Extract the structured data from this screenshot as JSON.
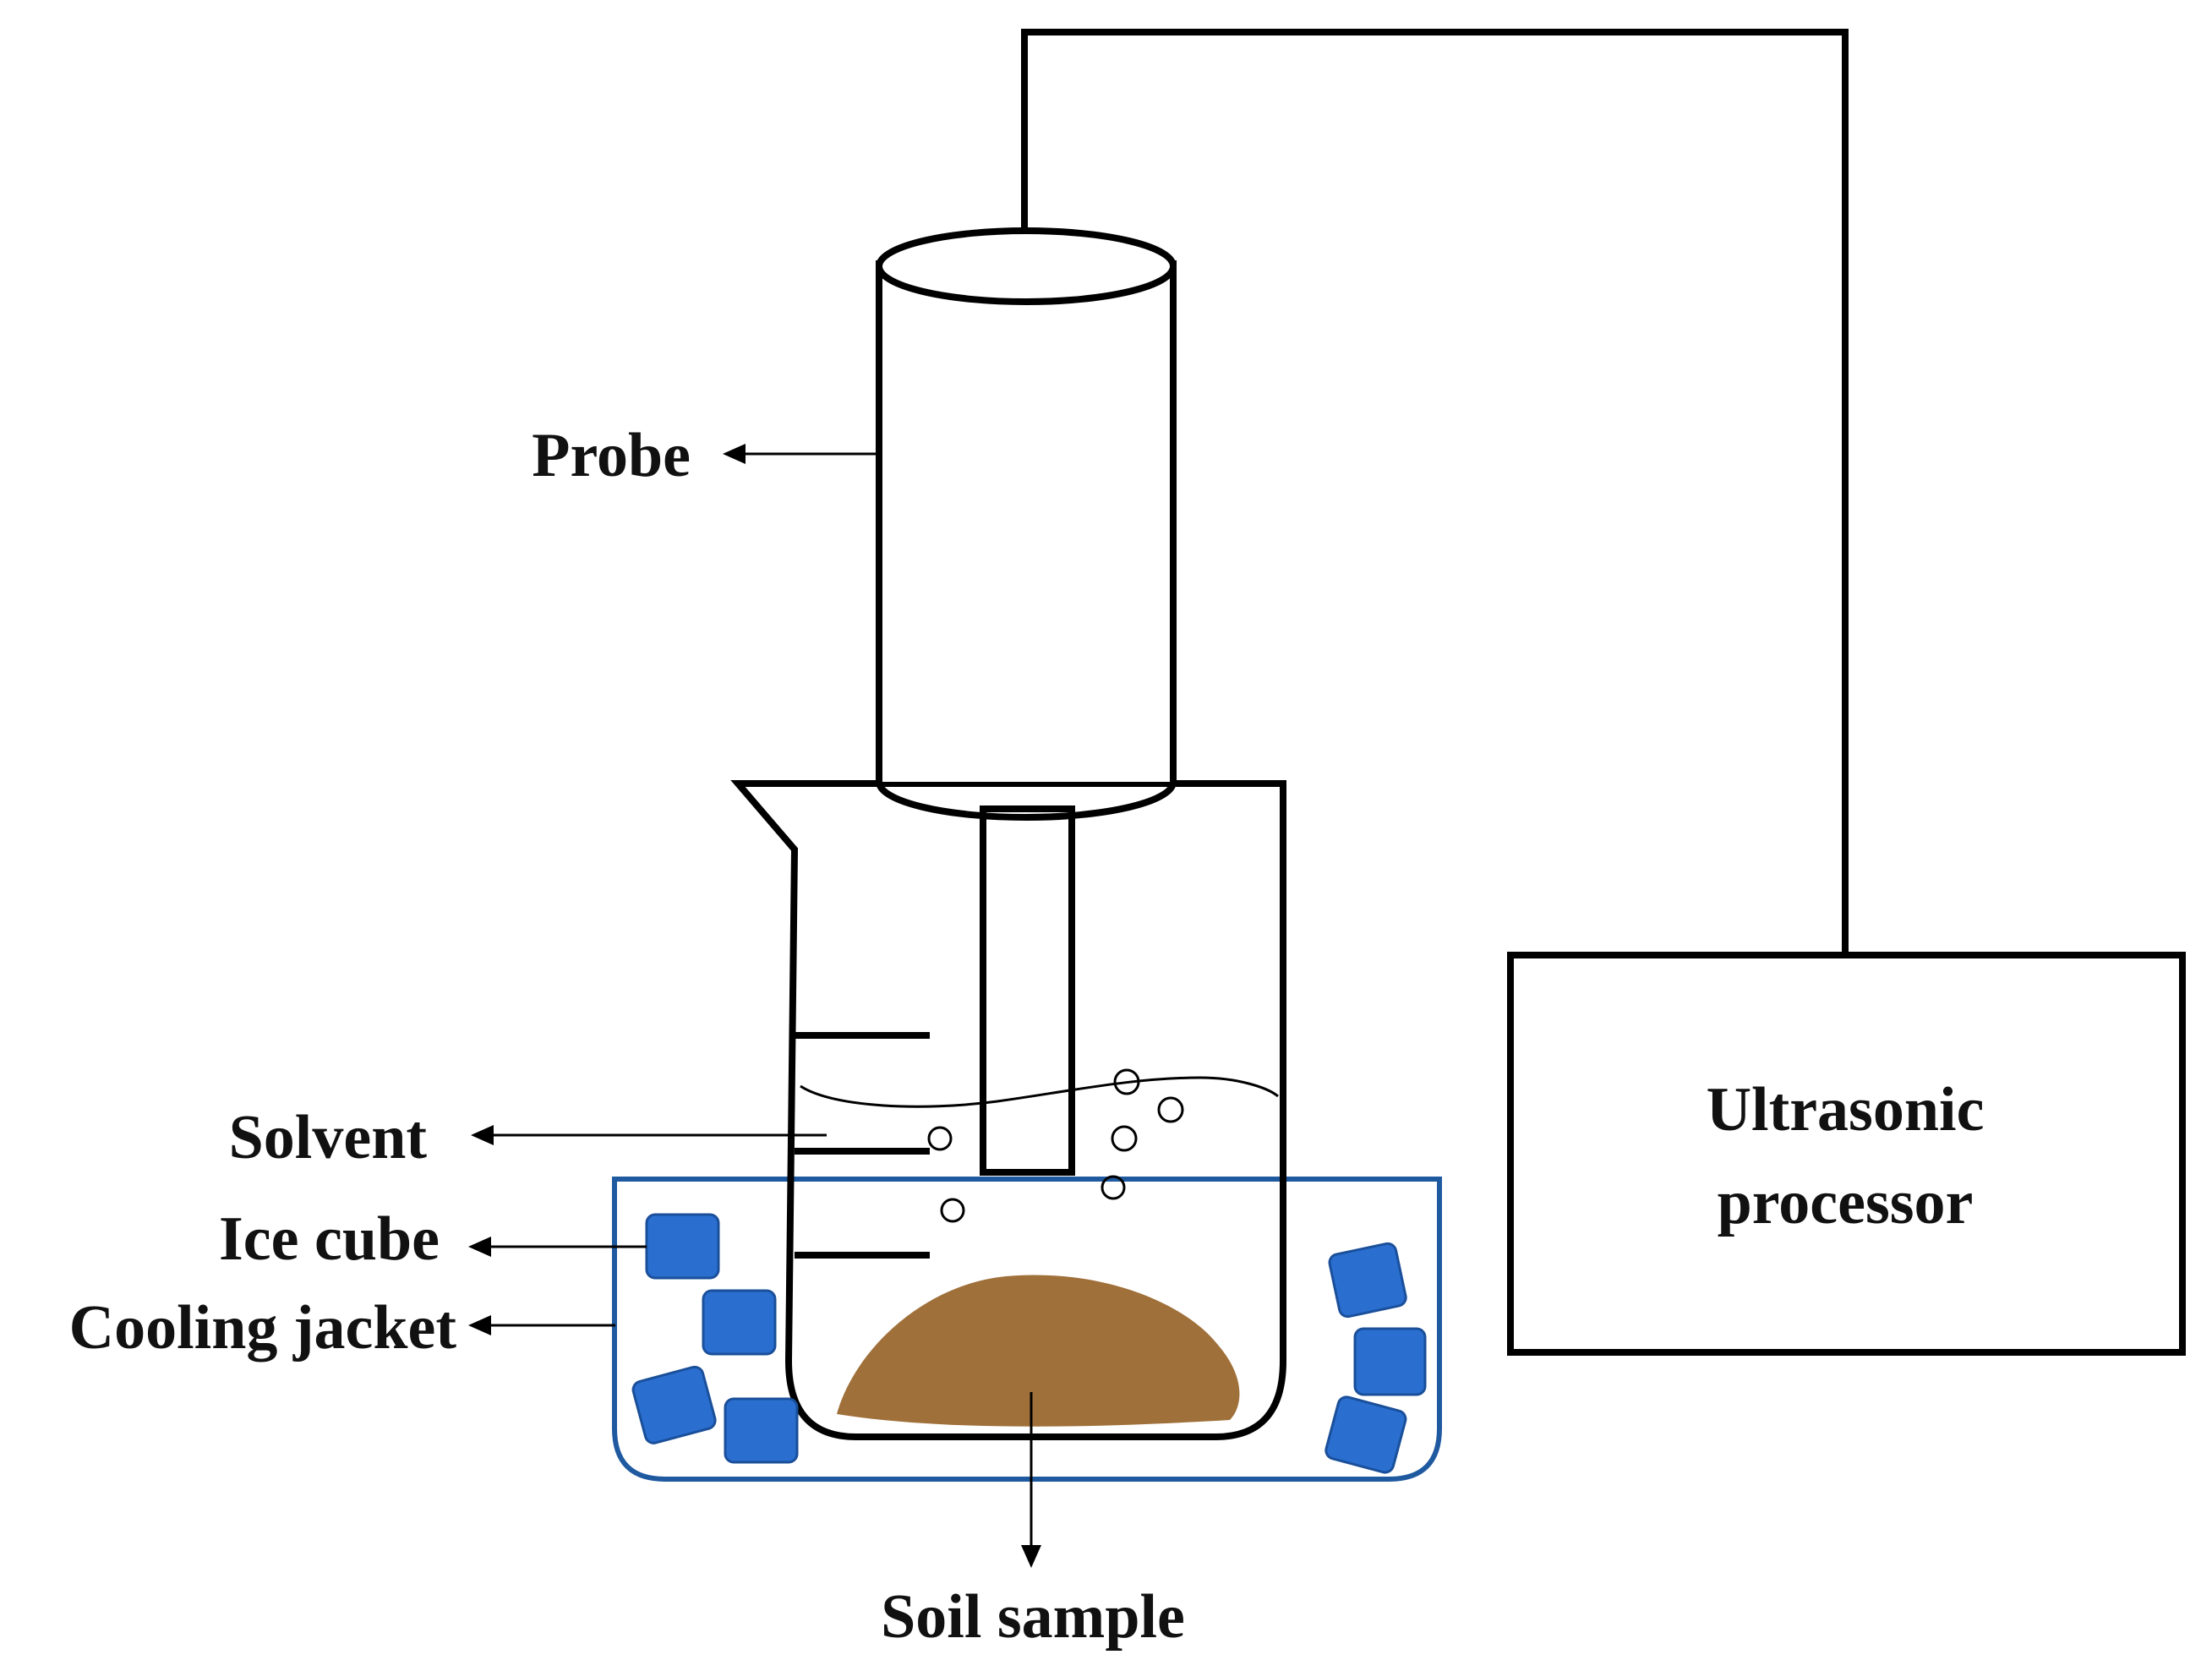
{
  "labels": {
    "probe": "Probe",
    "solvent": "Solvent",
    "ice_cube": "Ice cube",
    "cooling_jacket": "Cooling jacket",
    "soil_sample": "Soil sample",
    "processor_line1": "Ultrasonic",
    "processor_line2": "processor"
  },
  "colors": {
    "ice_cube": "#2a6fd0",
    "ice_cube_edge": "#1a4f9a",
    "cooling_jacket": "#1f5aa0",
    "soil_sample": "#a0703a",
    "line": "#000000"
  }
}
